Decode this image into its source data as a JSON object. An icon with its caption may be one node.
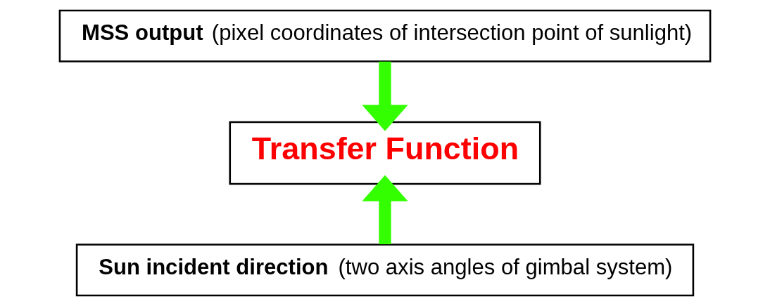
{
  "diagram": {
    "nodes": [
      {
        "text": [
          "**MSS output** (pixel coordinates of intersection point of sunlight)"
        ]
      },
      {
        "text": [
          "Transfer Function"
        ]
      },
      {
        "text": [
          "**Sun incident direction** (two axis angles of gimbal system)"
        ]
      }
    ],
    "edges": [
      {
        "from": 0,
        "to": 1,
        "arrow": "to"
      },
      {
        "from": 2,
        "to": 1,
        "arrow": "to"
      }
    ]
  }
}
